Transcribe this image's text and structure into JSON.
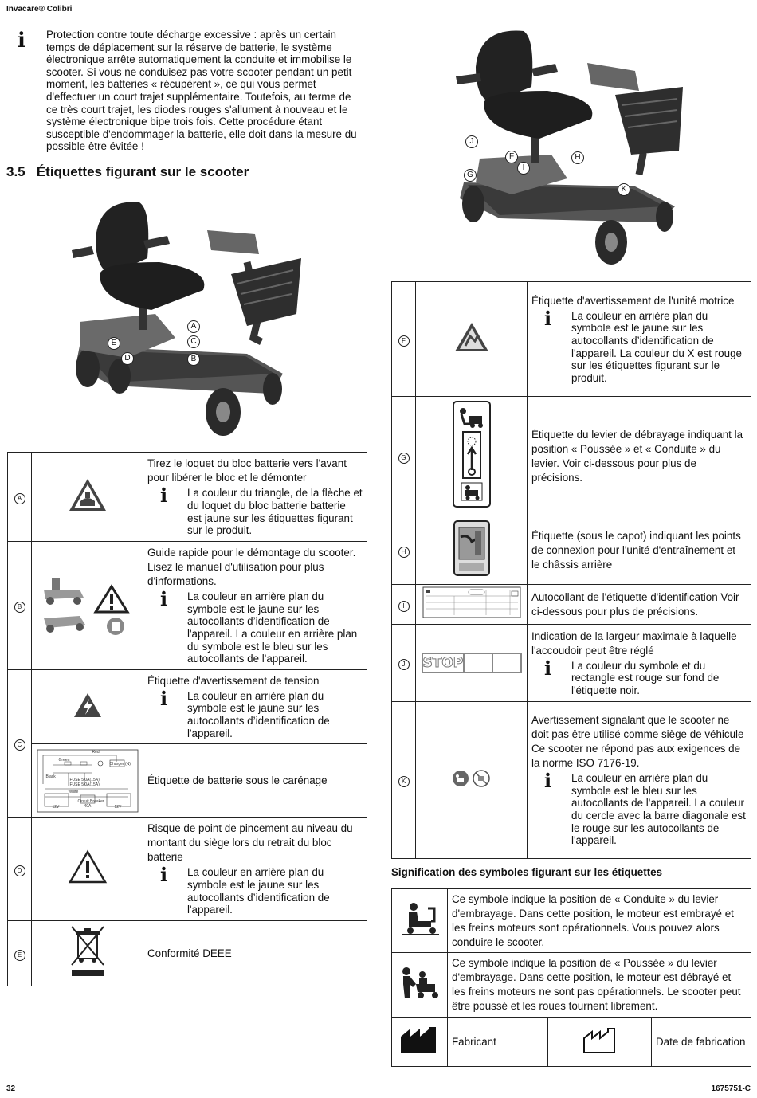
{
  "header": {
    "brand": "Invacare® Colibri"
  },
  "intro": {
    "text": "Protection contre toute décharge excessive : après un certain temps de déplacement sur la réserve de batterie, le système électronique arrête automatiquement la conduite et immobilise le scooter. Si vous ne conduisez pas votre scooter pendant un petit moment, les batteries « récupèrent », ce qui vous permet d'effectuer un court trajet supplémentaire. Toutefois, au terme de ce très court trajet, les diodes rouges s'allument à nouveau et le système électronique bipe trois fois. Cette procédure étant susceptible d'endommager la batterie, elle doit dans la mesure du possible être évitée !"
  },
  "section": {
    "number": "3.5",
    "title": "Étiquettes figurant sur le scooter"
  },
  "scooter_left": {
    "callouts": [
      "A",
      "C",
      "B",
      "E",
      "D"
    ]
  },
  "scooter_right": {
    "callouts": [
      "J",
      "F",
      "H",
      "I",
      "G",
      "K"
    ]
  },
  "left_table": {
    "A": {
      "letter": "A",
      "text": "Tirez le loquet du bloc batterie vers l'avant pour libérer le bloc et le démonter",
      "note": "La couleur du triangle, de la flèche et du loquet du bloc batterie batterie est jaune sur les étiquettes figurant sur le produit."
    },
    "B": {
      "letter": "B",
      "text": "Guide rapide pour le démontage du scooter. Lisez le manuel d'utilisation pour plus d'informations.",
      "note": "La couleur en arrière plan du symbole est le jaune sur les autocollants d’identification de l'appareil. La couleur en arrière plan du symbole est le bleu sur les autocollants de l'appareil."
    },
    "C": {
      "letter": "C",
      "text": "Étiquette d'avertissement de tension",
      "note": "La couleur en arrière plan du symbole est le jaune sur les autocollants d’identification de l'appareil.",
      "text2": "Étiquette de batterie sous le carénage"
    },
    "D": {
      "letter": "D",
      "text": "Risque de point de pincement au niveau du montant du siège lors du retrait du bloc batterie",
      "note": "La couleur en arrière plan du symbole est le jaune sur les autocollants d’identification de l'appareil."
    },
    "E": {
      "letter": "E",
      "text": "Conformité DEEE"
    }
  },
  "battery_diagram": {
    "red": "Red",
    "green": "Green",
    "black": "Black",
    "white": "White",
    "charger": "Charger (N)",
    "fuse1": "FUSE 5.0A(15A)",
    "fuse2": "FUSE 5.0A(15A)",
    "circuit": "Circuit Breaker",
    "amps": "40A",
    "v12": "12V"
  },
  "stop_label": "STOP",
  "right_table": {
    "F": {
      "letter": "F",
      "text": "Étiquette d'avertissement de l'unité motrice",
      "note": "La couleur en arrière plan du symbole est le jaune sur les autocollants d’identification de l'appareil. La couleur du X est rouge sur les étiquettes figurant sur le produit."
    },
    "G": {
      "letter": "G",
      "text": "Étiquette du levier de débrayage indiquant la position « Poussée » et « Conduite » du levier. Voir ci-dessous pour plus de précisions."
    },
    "H": {
      "letter": "H",
      "text": "Étiquette (sous le capot) indiquant les points de connexion pour l'unité d'entraînement et le châssis arrière"
    },
    "I": {
      "letter": "I",
      "text": "Autocollant de l'étiquette d'identification Voir ci-dessous pour plus de précisions."
    },
    "J": {
      "letter": "J",
      "text": "Indication de la largeur maximale à laquelle l'accoudoir peut être réglé",
      "note": "La couleur du symbole et du rectangle est rouge sur fond de l'étiquette noir."
    },
    "K": {
      "letter": "K",
      "text": "Avertissement signalant que le scooter ne doit pas être utilisé comme siège de véhicule Ce scooter ne répond pas aux exigences de la norme ISO 7176-19.",
      "note": "La couleur en arrière plan du symbole est le bleu sur les autocollants de l'appareil. La couleur du cercle avec la barre diagonale est le rouge sur les autocollants de l'appareil."
    }
  },
  "meaning": {
    "title": "Signification des symboles figurant sur les étiquettes",
    "drive": "Ce symbole indique la position de « Conduite » du levier d'embrayage. Dans cette position, le moteur est embrayé et les freins moteurs sont opérationnels. Vous pouvez alors conduire le scooter.",
    "push": "Ce symbole indique la position de « Poussée » du levier d'embrayage. Dans cette position, le moteur est débrayé et les freins moteurs ne sont pas opérationnels. Le scooter peut être poussé et les roues tournent librement.",
    "manufacturer": "Fabricant",
    "date": "Date de fabrication"
  },
  "footer": {
    "page": "32",
    "code": "1675751-C"
  }
}
